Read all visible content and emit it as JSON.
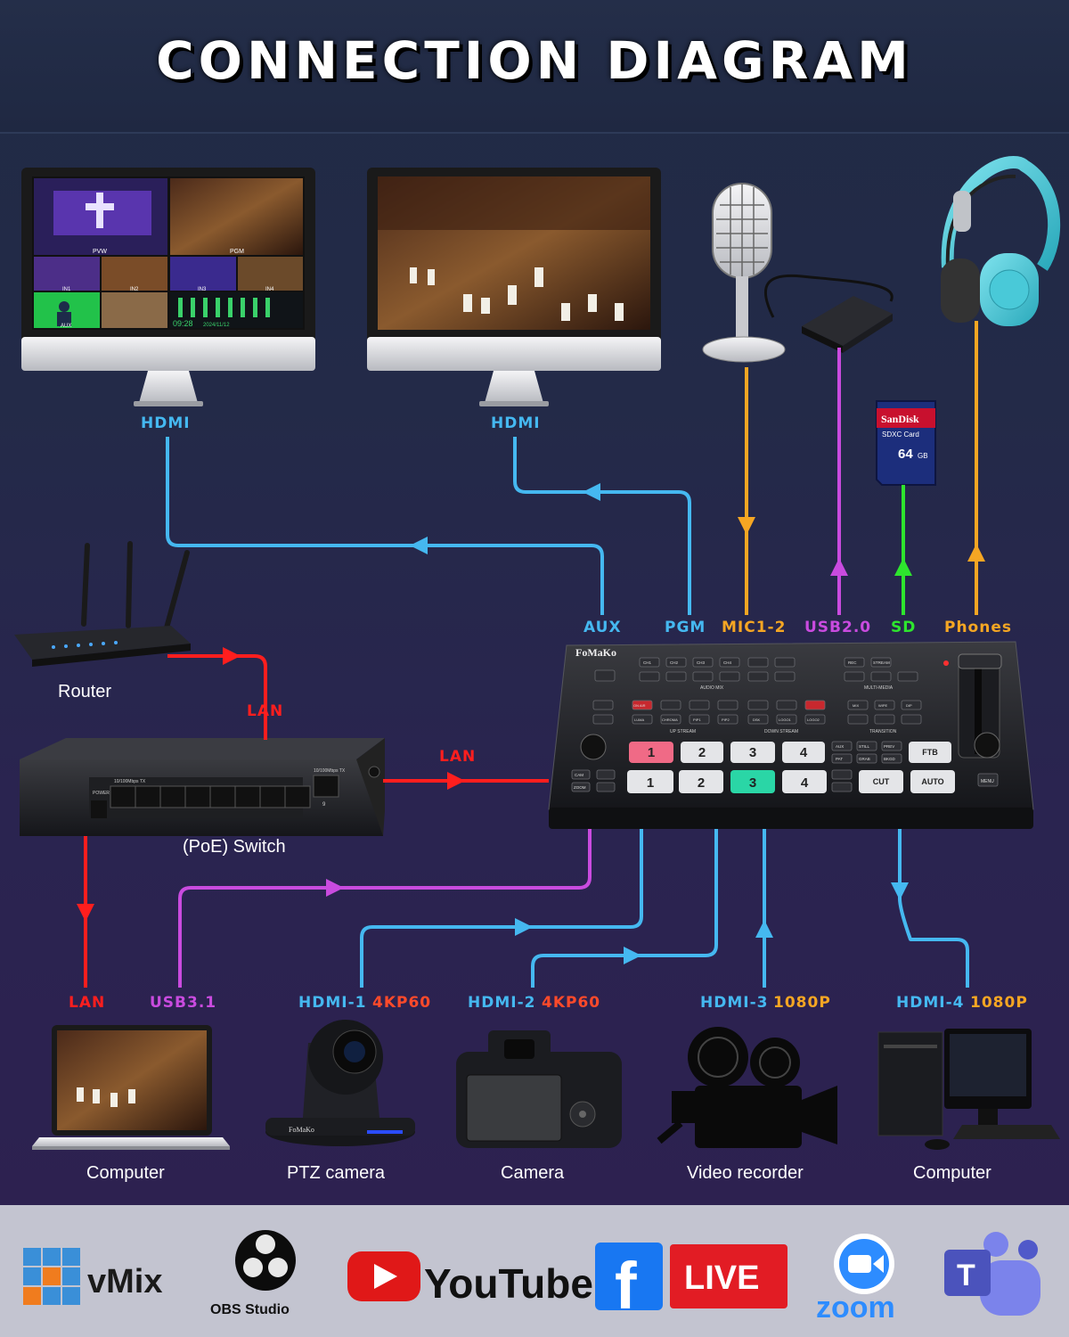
{
  "title": "CONNECTION DIAGRAM",
  "colors": {
    "blue": "#45b8f0",
    "orange": "#f5a623",
    "magenta": "#c94bdf",
    "green": "#2ee52e",
    "red": "#ff1e1e",
    "accent_green": "#2ad6a6",
    "accent_pink": "#f06a86"
  },
  "monitors": {
    "left_label": "HDMI",
    "right_label": "HDMI",
    "multiview": {
      "pvw": "PVW",
      "pgm": "PGM",
      "in_labels": [
        "IN1",
        "IN2",
        "IN3",
        "IN4"
      ],
      "aux": "AUX",
      "time": "09:28",
      "date": "2024/11/12"
    }
  },
  "top_port_labels": {
    "aux": "AUX",
    "pgm": "PGM",
    "mic": "MIC1-2",
    "usb": "USB2.0",
    "sd": "SD",
    "phones": "Phones"
  },
  "sd_card": {
    "brand": "SanDisk",
    "type": "SDXC Card",
    "capacity": "64",
    "unit": "GB"
  },
  "network": {
    "router_label": "Router",
    "switch_label": "(PoE) Switch",
    "lan_router_switch": "LAN",
    "lan_switch_mixer": "LAN",
    "switch_text_power": "POWER",
    "switch_text_ports": "10/100Mbps TX",
    "switch_text_uplink": "10/100Mbps TX",
    "switch_port_nine": "9"
  },
  "mixer": {
    "brand": "FoMaKo",
    "audio_mix": "AUDIO MIX",
    "multi_media": "MULTI-MEDIA",
    "up_stream": "UP STREAM",
    "down_stream": "DOWN STREAM",
    "transition": "TRANSITION",
    "audio_keys": [
      "CH1",
      "CH2",
      "CH3",
      "CH4"
    ],
    "media_keys": [
      "REC",
      "STREAM"
    ],
    "key_labels": [
      "LUMA",
      "CHROMA",
      "PIP1",
      "PIP2",
      "DSK",
      "LOGO1",
      "LOGO2"
    ],
    "trans_keys": [
      "MIX",
      "WIPE",
      "DIP"
    ],
    "on_air": "ON AIR",
    "pgm_row": [
      "1",
      "2",
      "3",
      "4"
    ],
    "pvw_row": [
      "1",
      "2",
      "3",
      "4"
    ],
    "side_keys": [
      "AUX",
      "STILL",
      "PREV",
      "PAT",
      "GRAB",
      "BKGD"
    ],
    "ftb": "FTB",
    "cut": "CUT",
    "auto": "AUTO",
    "menu": "MENU",
    "cam": "CAM",
    "zoom": "ZOOM"
  },
  "bottom_ports": [
    {
      "name": "LAN",
      "extra": ""
    },
    {
      "name": "USB3.1",
      "extra": ""
    },
    {
      "name": "HDMI-1",
      "extra": "4KP60"
    },
    {
      "name": "HDMI-2",
      "extra": "4KP60"
    },
    {
      "name": "HDMI-3",
      "extra": "1080P"
    },
    {
      "name": "HDMI-4",
      "extra": "1080P"
    }
  ],
  "devices": [
    "Computer",
    "PTZ camera",
    "Camera",
    "Video recorder",
    "Computer"
  ],
  "ptz_brand": "FoMaKo",
  "footer_logos": {
    "vmix": "vMix",
    "obs": "OBS Studio",
    "youtube": "YouTube",
    "facebook": "f",
    "live": "LIVE",
    "zoom": "zoom",
    "teams": "T"
  }
}
